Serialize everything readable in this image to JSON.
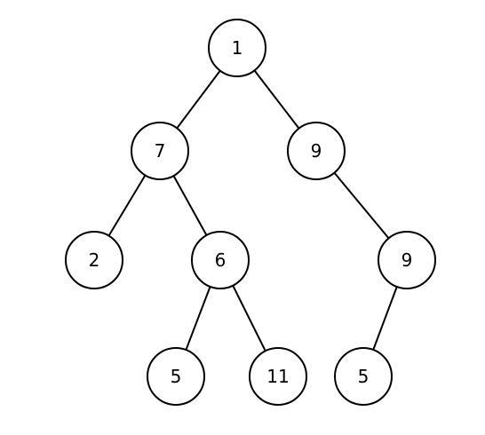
{
  "tree": {
    "nodes": [
      {
        "id": "n1",
        "label": "1"
      },
      {
        "id": "n7",
        "label": "7"
      },
      {
        "id": "n9a",
        "label": "9"
      },
      {
        "id": "n2",
        "label": "2"
      },
      {
        "id": "n6",
        "label": "6"
      },
      {
        "id": "n9b",
        "label": "9"
      },
      {
        "id": "n5a",
        "label": "5"
      },
      {
        "id": "n11",
        "label": "11"
      },
      {
        "id": "n5b",
        "label": "5"
      }
    ],
    "edges": [
      [
        "n1",
        "n7"
      ],
      [
        "n1",
        "n9a"
      ],
      [
        "n7",
        "n2"
      ],
      [
        "n7",
        "n6"
      ],
      [
        "n9a",
        "n9b"
      ],
      [
        "n6",
        "n5a"
      ],
      [
        "n6",
        "n11"
      ],
      [
        "n9b",
        "n5b"
      ]
    ]
  }
}
